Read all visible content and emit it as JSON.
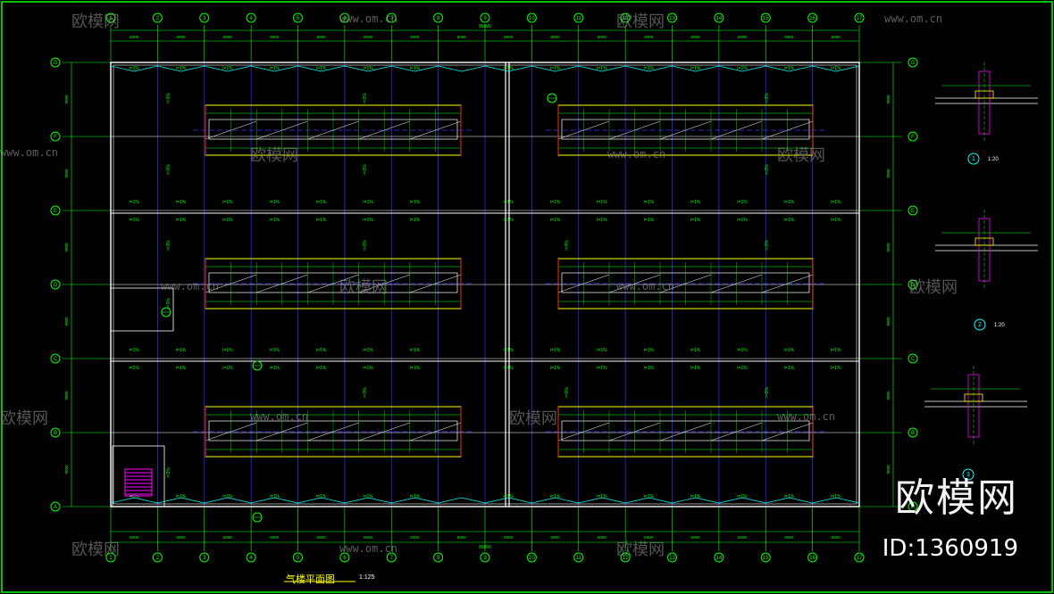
{
  "drawing": {
    "title": "气楼平面图",
    "scale": "1:125",
    "top_total_dim": "96000",
    "bottom_total_dim": "96000",
    "slope_label": "i=1%",
    "slope_label_gable": "i=3%"
  },
  "grid": {
    "column_labels": [
      "1",
      "2",
      "3",
      "4",
      "5",
      "6",
      "7",
      "8",
      "9",
      "10",
      "11",
      "12",
      "13",
      "14",
      "15",
      "16",
      "17"
    ],
    "row_labels": [
      "G",
      "F",
      "E",
      "D",
      "C",
      "B",
      "A"
    ],
    "column_spacing_labels": [
      "6000",
      "6000",
      "6000",
      "6000",
      "6000",
      "6000",
      "6000",
      "6000",
      "6000",
      "6000",
      "6000",
      "6000",
      "6000",
      "6000",
      "6000",
      "6000"
    ],
    "row_spacing_labels": [
      "9000",
      "9000",
      "9000",
      "9000",
      "9000",
      "9000"
    ]
  },
  "details": [
    {
      "id": "1",
      "scale": "1:20"
    },
    {
      "id": "2",
      "scale": "1:20"
    },
    {
      "id": "3",
      "scale": ""
    }
  ],
  "watermarks": {
    "brand": "欧模网",
    "url": "www.om.cn",
    "id_text": "ID:1360919"
  },
  "colors": {
    "background": "#000000",
    "grid_axis": "#00ff00",
    "wall": "#ffffff",
    "dims": "#00ff00",
    "blue_lines": "#3333ff",
    "skylight": "#ffff00",
    "text_yellow": "#ffff00",
    "accent_magenta": "#ff00ff",
    "accent_cyan": "#00ffff",
    "accent_red": "#ff0000"
  }
}
